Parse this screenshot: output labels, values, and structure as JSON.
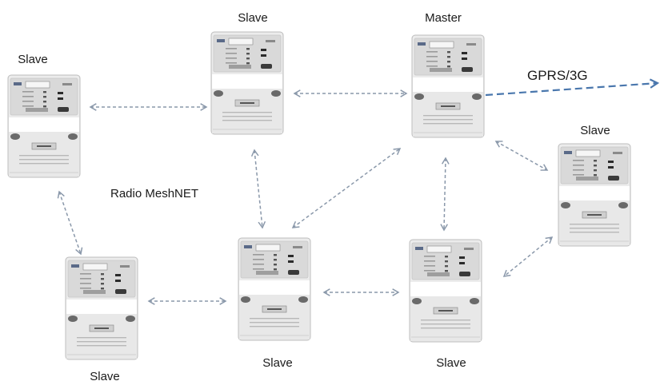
{
  "nodes": [
    {
      "id": "master",
      "label": "Master"
    },
    {
      "id": "slave-top",
      "label": "Slave"
    },
    {
      "id": "slave-left",
      "label": "Slave"
    },
    {
      "id": "slave-right",
      "label": "Slave"
    },
    {
      "id": "slave-bottom-left",
      "label": "Slave"
    },
    {
      "id": "slave-bottom-center",
      "label": "Slave"
    },
    {
      "id": "slave-bottom-right",
      "label": "Slave"
    }
  ],
  "network_label": "Radio MeshNET",
  "uplink_label": "GPRS/3G",
  "colors": {
    "link": "#8a98aa",
    "uplink": "#4a77ad",
    "meter_body": "#ececec",
    "meter_window": "#d9d9d9",
    "meter_mid": "#ffffff",
    "text": "#1a1a1a"
  },
  "links": [
    [
      "slave-left",
      "slave-top"
    ],
    [
      "slave-top",
      "master"
    ],
    [
      "slave-top",
      "slave-bottom-center"
    ],
    [
      "master",
      "slave-bottom-center"
    ],
    [
      "master",
      "slave-bottom-right"
    ],
    [
      "master",
      "slave-right"
    ],
    [
      "slave-left",
      "slave-bottom-left"
    ],
    [
      "slave-bottom-left",
      "slave-bottom-center"
    ],
    [
      "slave-bottom-center",
      "slave-bottom-right"
    ],
    [
      "slave-right",
      "slave-bottom-right"
    ]
  ]
}
